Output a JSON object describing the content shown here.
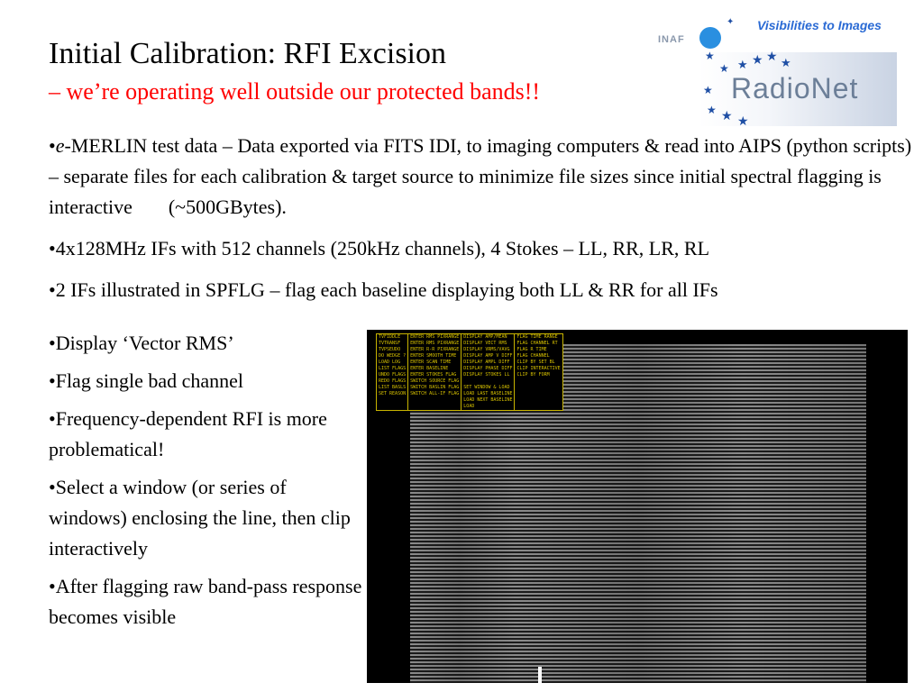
{
  "slide": {
    "title": "Initial Calibration: RFI Excision",
    "subtitle": "– we’re operating well outside our protected bands!!"
  },
  "logos": {
    "inaf": "INAF",
    "tagline": "Visibilities to Images",
    "radionet": "RadioNet",
    "colors": {
      "accent_blue": "#2a8fe0",
      "star_blue": "#1f4fa5",
      "tagline_blue": "#2a6ad4"
    }
  },
  "bullets_top": [
    {
      "bullet": "•",
      "em": "e",
      "text": "-MERLIN test data – Data exported via FITS IDI, to imaging computers & read into AIPS (python scripts) – separate files for each calibration & target source to minimize file sizes since initial spectral flagging is interactive",
      "tail": "(~500GBytes)."
    },
    {
      "text": "•4x128MHz  IFs with 512 channels (250kHz channels), 4 Stokes – LL, RR, LR, RL"
    },
    {
      "text": "•2 IFs illustrated in SPFLG – flag each baseline displaying both LL & RR for all IFs"
    }
  ],
  "bullets_left": [
    "•Display ‘Vector RMS’",
    "•Flag single bad channel",
    "•Frequency-dependent RFI is more problematical!",
    "•Select a window (or series of windows) enclosing the line, then clip interactively",
    "•After flagging raw band-pass response becomes visible"
  ],
  "spflg_menu": {
    "columns": [
      [
        "TVFIDDLE",
        "TVTRANSF",
        "TVPSEUDO",
        "DO WEDGE ?",
        "LOAD LOG",
        "LIST FLAGS",
        "UNDO FLAGS",
        "REDO FLAGS",
        "LIST BASLS",
        "SET REASON"
      ],
      [
        "ENTER RMS PIXRANGE",
        "ENTER RMS PIXRANGE",
        "ENTER R-R PIXRANGE",
        "ENTER SMOOTH TIME",
        "ENTER SCAN TIME",
        "ENTER BASELINE",
        "ENTER STOKES FLAG",
        "SWITCH SOURCE FLAG",
        "SWITCH BASLIN FLAG",
        "SWITCH ALL-IF FLAG"
      ],
      [
        "DISPLAY AMP/MEAN",
        "DISPLAY VECT RMS",
        "DISPLAY VRMS/VAVG",
        "DISPLAY AMP V DIFF",
        "DISPLAY AMPL DIFF",
        "DISPLAY PHASE DIFF",
        "DISPLAY STOKES LL",
        "",
        "SET WINDOW & LOAD",
        "LOAD LAST BASELINE",
        "LOAD NEXT BASELINE",
        "LOAD"
      ],
      [
        "FLAG TIME RANGE",
        "FLAG CHANNEL RT",
        "FLAG R TIME",
        "FLAG CHANNEL",
        "CLIP BY SET BL",
        "CLIP INTERACTIVE",
        "CLIP BY FORM"
      ]
    ],
    "colors": {
      "text": "#d8c200",
      "border": "#c8b400"
    }
  }
}
